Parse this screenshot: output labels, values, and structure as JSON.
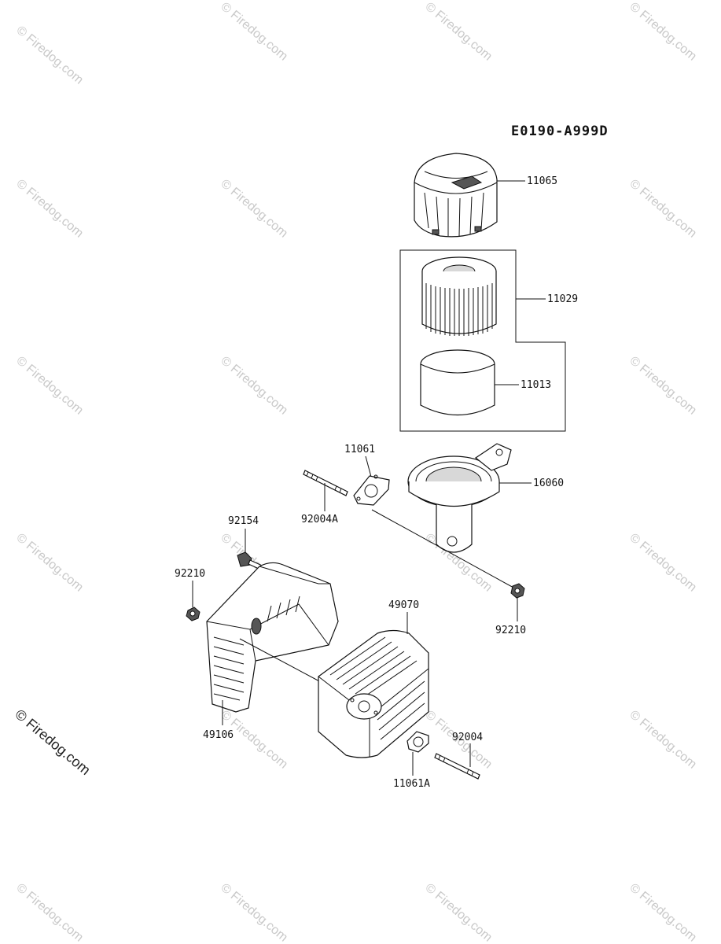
{
  "diagram_code": "E0190-A999D",
  "watermark": {
    "text": "© Firedog.com",
    "corner_text": "© Firedog.com"
  },
  "parts": [
    {
      "id": "p11065",
      "label": "11065",
      "name": "air cleaner cover"
    },
    {
      "id": "p11029",
      "label": "11029",
      "name": "air filter assembly"
    },
    {
      "id": "p11013",
      "label": "11013",
      "name": "pre-cleaner element"
    },
    {
      "id": "p11061",
      "label": "11061",
      "name": "gasket"
    },
    {
      "id": "p16060",
      "label": "16060",
      "name": "air cleaner base"
    },
    {
      "id": "p92004A",
      "label": "92004A",
      "name": "stud"
    },
    {
      "id": "p92154",
      "label": "92154",
      "name": "bolt"
    },
    {
      "id": "p92210a",
      "label": "92210",
      "name": "nut"
    },
    {
      "id": "p92210b",
      "label": "92210",
      "name": "nut"
    },
    {
      "id": "p49070",
      "label": "49070",
      "name": "muffler"
    },
    {
      "id": "p49106",
      "label": "49106",
      "name": "muffler guard"
    },
    {
      "id": "p92004",
      "label": "92004",
      "name": "stud"
    },
    {
      "id": "p11061A",
      "label": "11061A",
      "name": "gasket"
    }
  ]
}
